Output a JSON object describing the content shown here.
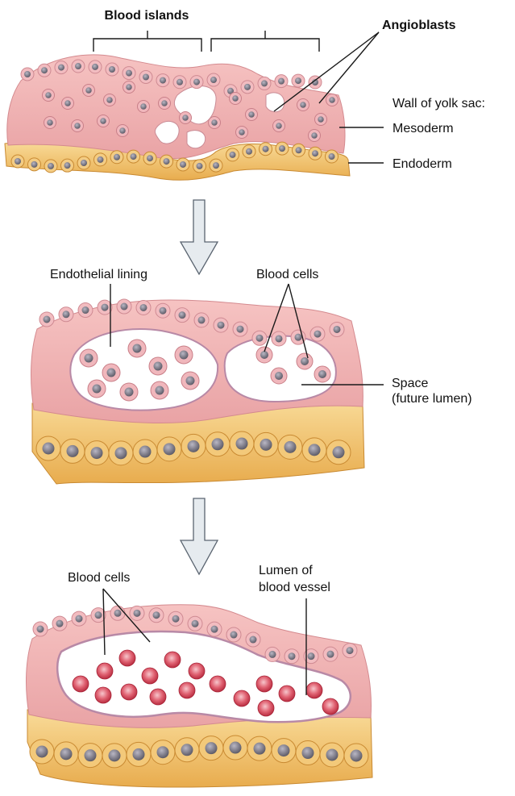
{
  "labels": {
    "blood_islands": "Blood islands",
    "angioblasts": "Angioblasts",
    "wall_of_yolk_sac": "Wall of yolk sac:",
    "mesoderm": "Mesoderm",
    "endoderm": "Endoderm",
    "endothelial_lining": "Endothelial lining",
    "blood_cells_stage2": "Blood cells",
    "space_line1": "Space",
    "space_line2": "(future lumen)",
    "blood_cells_stage3": "Blood cells",
    "lumen_line1": "Lumen of",
    "lumen_line2": "blood vessel"
  },
  "colors": {
    "mesoderm_pink": "#f2b4b3",
    "mesoderm_pink_dark": "#e08d90",
    "endoderm_yellow": "#f2c472",
    "endoderm_yellow_dark": "#d89a3c",
    "nucleus_gray": "#7c7a86",
    "blood_cell_red": "#d9485a",
    "lumen_white": "#ffffff",
    "arrow_fill": "#e6ebef",
    "arrow_stroke": "#5a6470"
  },
  "icons": {
    "arrow_down_1": "down-arrow-icon",
    "arrow_down_2": "down-arrow-icon"
  }
}
